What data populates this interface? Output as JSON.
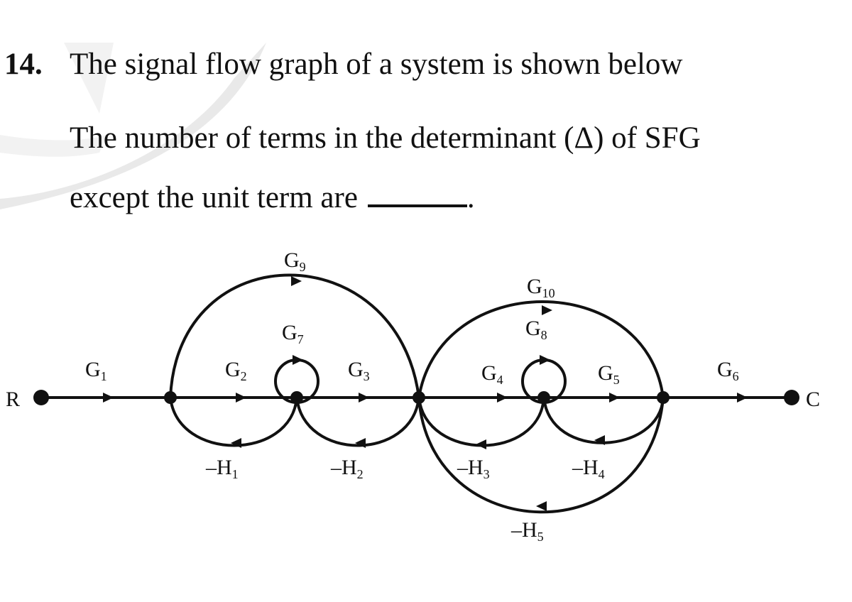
{
  "question": {
    "number": "14.",
    "line1": "The signal flow graph of a system is shown below",
    "line2": "The number of terms in the determinant (Δ) of SFG",
    "line3": "except the unit term are",
    "line3_end": "."
  },
  "graph": {
    "input_node": "R",
    "output_node": "C",
    "forward_gains": {
      "g1": {
        "base": "G",
        "sub": "1"
      },
      "g2": {
        "base": "G",
        "sub": "2"
      },
      "g3": {
        "base": "G",
        "sub": "3"
      },
      "g4": {
        "base": "G",
        "sub": "4"
      },
      "g5": {
        "base": "G",
        "sub": "5"
      },
      "g6": {
        "base": "G",
        "sub": "6"
      }
    },
    "self_loops": {
      "g7": {
        "base": "G",
        "sub": "7"
      },
      "g8": {
        "base": "G",
        "sub": "8"
      }
    },
    "bypass_arcs": {
      "g9": {
        "base": "G",
        "sub": "9"
      },
      "g10": {
        "base": "G",
        "sub": "10"
      }
    },
    "feedback_gains": {
      "h1": {
        "base": "–H",
        "sub": "1"
      },
      "h2": {
        "base": "–H",
        "sub": "2"
      },
      "h3": {
        "base": "–H",
        "sub": "3"
      },
      "h4": {
        "base": "–H",
        "sub": "4"
      },
      "h5": {
        "base": "–H",
        "sub": "5"
      }
    }
  }
}
